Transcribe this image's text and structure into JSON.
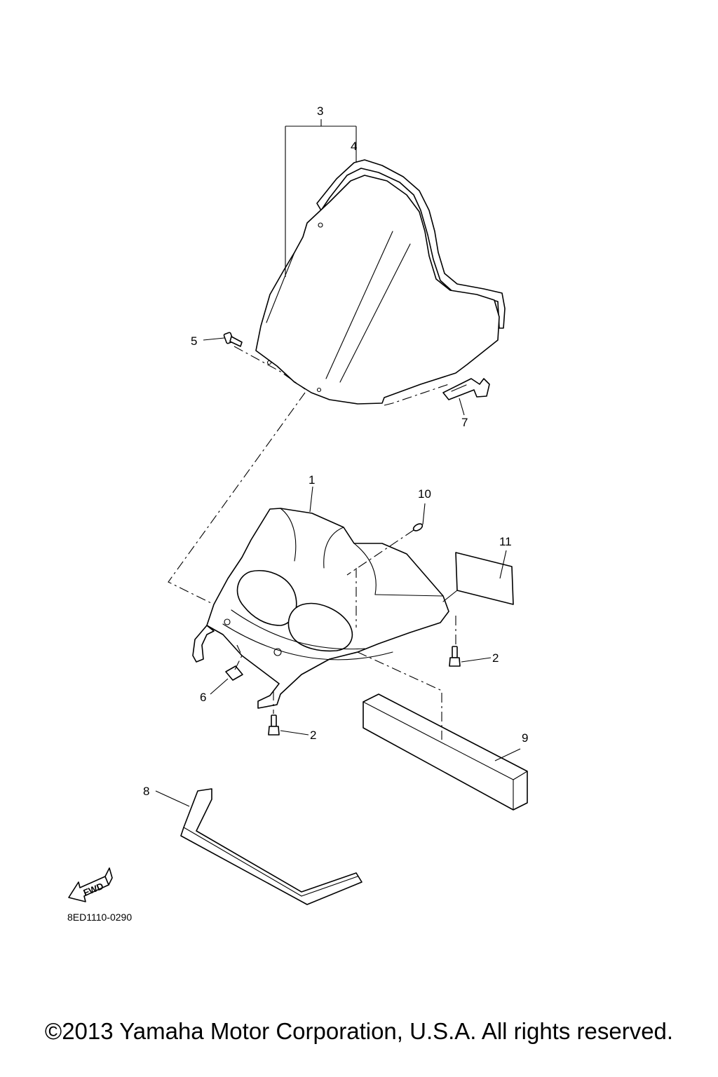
{
  "callouts": [
    "1",
    "2",
    "2",
    "3",
    "4",
    "5",
    "6",
    "7",
    "8",
    "9",
    "10",
    "11"
  ],
  "fwd_label": "FWD",
  "diagram_code": "8ED1110-0290",
  "copyright": "©2013 Yamaha Motor Corporation, U.S.A. All rights reserved.",
  "colors": {
    "line": "#000000",
    "background": "#ffffff"
  }
}
